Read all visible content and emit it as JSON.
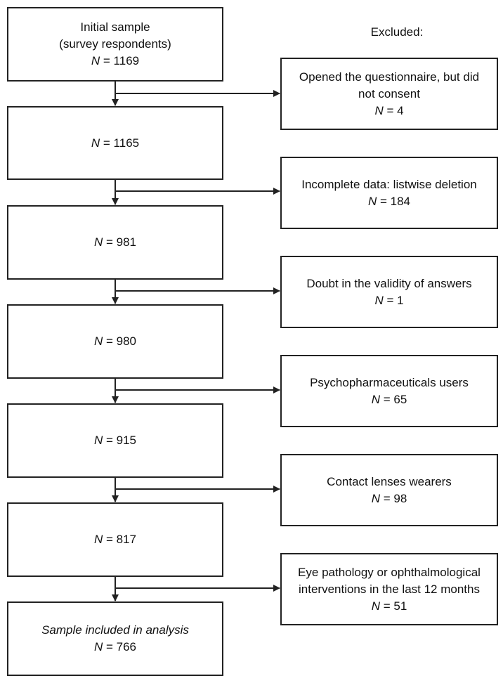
{
  "diagram": {
    "main_steps": [
      {
        "lines": [
          "Initial sample",
          "(survey respondents)"
        ],
        "n_label": "N",
        "n_value": "= 1169",
        "italic_text": false
      },
      {
        "lines": [],
        "n_label": "N",
        "n_value": "= 1165",
        "italic_text": false
      },
      {
        "lines": [],
        "n_label": "N",
        "n_value": "= 981",
        "italic_text": false
      },
      {
        "lines": [],
        "n_label": "N",
        "n_value": "= 980",
        "italic_text": false
      },
      {
        "lines": [],
        "n_label": "N",
        "n_value": "= 915",
        "italic_text": false
      },
      {
        "lines": [],
        "n_label": "N",
        "n_value": "= 817",
        "italic_text": false
      },
      {
        "lines": [
          "Sample included in analysis"
        ],
        "n_label": "N",
        "n_value": "= 766",
        "italic_text": true
      }
    ],
    "excluded_header": "Excluded:",
    "exclusions": [
      {
        "lines": [
          "Opened the questionnaire, but did",
          "not consent"
        ],
        "n_label": "N",
        "n_value": "= 4"
      },
      {
        "lines": [
          "Incomplete data: listwise deletion"
        ],
        "n_label": "N",
        "n_value": "= 184"
      },
      {
        "lines": [
          "Doubt in the validity of answers"
        ],
        "n_label": "N",
        "n_value": "= 1"
      },
      {
        "lines": [
          "Psychopharmaceuticals users"
        ],
        "n_label": "N",
        "n_value": "= 65"
      },
      {
        "lines": [
          "Contact lenses wearers"
        ],
        "n_label": "N",
        "n_value": "= 98"
      },
      {
        "lines": [
          "Eye pathology or ophthalmological",
          "interventions in the last 12 months"
        ],
        "n_label": "N",
        "n_value": "= 51"
      }
    ]
  }
}
